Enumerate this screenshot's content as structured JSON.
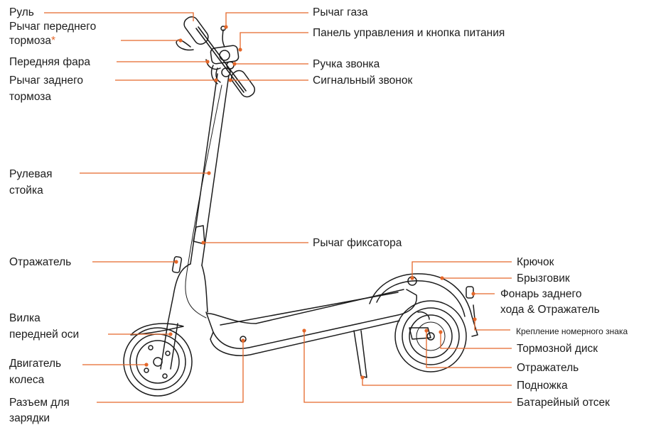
{
  "accent_color": "#e5672a",
  "line_color": "#1c1c1c",
  "labels": {
    "handlebar": "Руль",
    "front_brake_lever_l1": "Рычаг переднего",
    "front_brake_lever_l2": "тормоза",
    "front_brake_asterisk": "*",
    "headlight": "Передняя фара",
    "rear_brake_lever_l1": "Рычаг заднего",
    "rear_brake_lever_l2": "тормоза",
    "stem_l1": "Рулевая",
    "stem_l2": "стойка",
    "reflector_front": "Отражатель",
    "front_fork_l1": "Вилка",
    "front_fork_l2": "передней оси",
    "hub_motor_l1": "Двигатель",
    "hub_motor_l2": "колеса",
    "charging_port_l1": "Разъем для",
    "charging_port_l2": "зарядки",
    "throttle": "Рычаг газа",
    "dashboard": "Панель управления и кнопка питания",
    "bell_lever": "Ручка звонка",
    "bell": "Сигнальный звонок",
    "folding_lever": "Рычаг фиксатора",
    "hook": "Крючок",
    "mudguard": "Брызговик",
    "tail_light_l1": "Фонарь заднего",
    "tail_light_l2": "хода & Отражатель",
    "plate_mount": "Крепление номерного знака",
    "brake_disc": "Тормозной диск",
    "reflector_rear": "Отражатель",
    "kickstand": "Подножка",
    "battery": "Батарейный отсек"
  }
}
